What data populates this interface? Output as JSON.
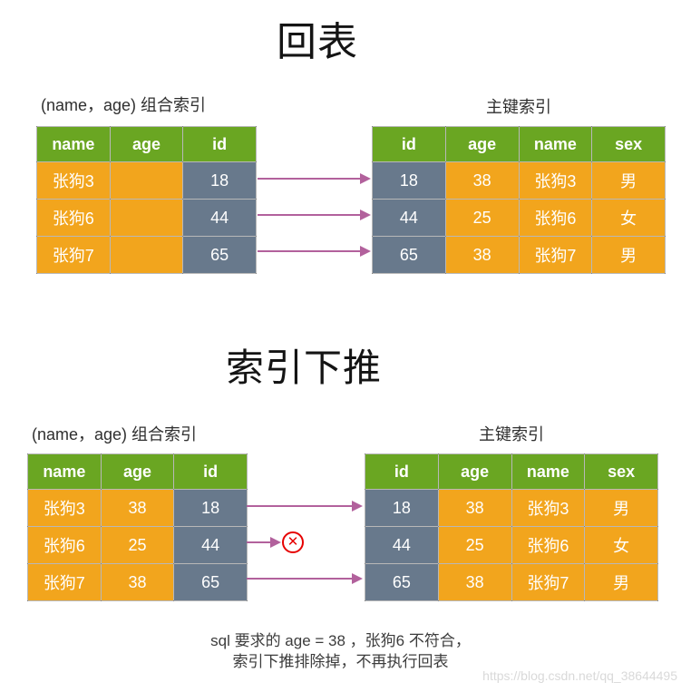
{
  "colors": {
    "header_green": "#6aa622",
    "cell_orange": "#f2a51d",
    "cell_slate": "#68798c",
    "arrow_pink": "#b2619c",
    "reject_red": "#e60000",
    "watermark_gray": "#d9d9d9"
  },
  "section1": {
    "title": "回表",
    "left_label": "(name，age) 组合索引",
    "right_label": "主键索引",
    "left_table": {
      "headers": [
        "name",
        "age",
        "id"
      ],
      "rows": [
        [
          "张狗3",
          "",
          "18"
        ],
        [
          "张狗6",
          "",
          "44"
        ],
        [
          "张狗7",
          "",
          "65"
        ]
      ]
    },
    "right_table": {
      "headers": [
        "id",
        "age",
        "name",
        "sex"
      ],
      "rows": [
        [
          "18",
          "38",
          "张狗3",
          "男"
        ],
        [
          "44",
          "25",
          "张狗6",
          "女"
        ],
        [
          "65",
          "38",
          "张狗7",
          "男"
        ]
      ]
    }
  },
  "section2": {
    "title": "索引下推",
    "left_label": "(name，age) 组合索引",
    "right_label": "主键索引",
    "left_table": {
      "headers": [
        "name",
        "age",
        "id"
      ],
      "rows": [
        [
          "张狗3",
          "38",
          "18"
        ],
        [
          "张狗6",
          "25",
          "44"
        ],
        [
          "张狗7",
          "38",
          "65"
        ]
      ]
    },
    "right_table": {
      "headers": [
        "id",
        "age",
        "name",
        "sex"
      ],
      "rows": [
        [
          "18",
          "38",
          "张狗3",
          "男"
        ],
        [
          "44",
          "25",
          "张狗6",
          "女"
        ],
        [
          "65",
          "38",
          "张狗7",
          "男"
        ]
      ]
    },
    "reject_mark": "✕"
  },
  "footnote": {
    "line1": "sql 要求的 age = 38 ，张狗6 不符合，",
    "line2": "索引下推排除掉，不再执行回表"
  },
  "watermark": "https://blog.csdn.net/qq_38644495"
}
